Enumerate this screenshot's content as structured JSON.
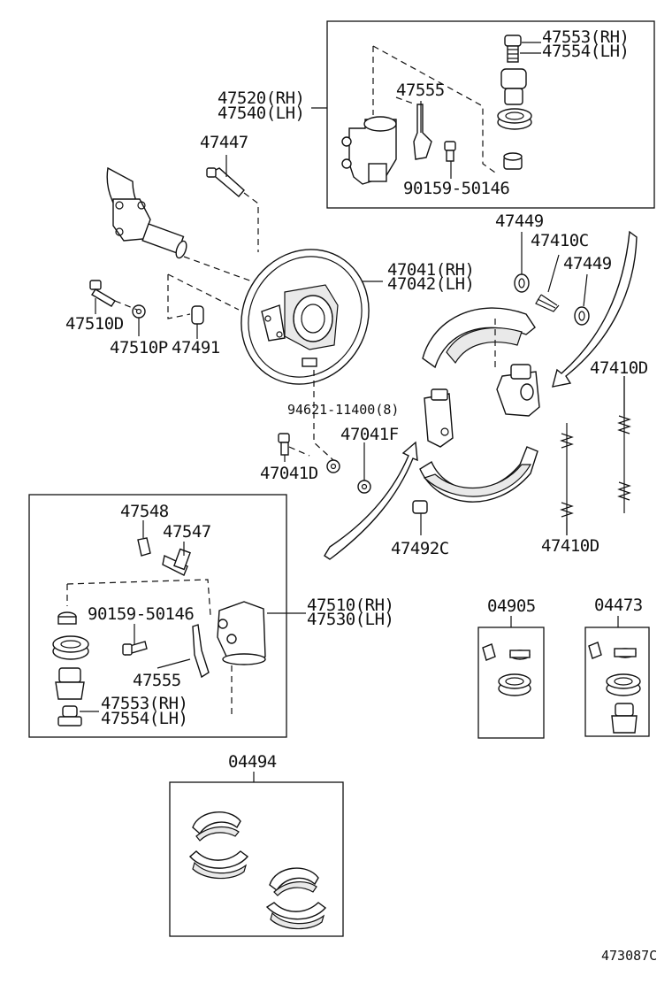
{
  "diagram_id": "473087C",
  "labels": {
    "l47553_top": "47553(RH)",
    "l47554_top": "47554(LH)",
    "l47555_top": "47555",
    "l47520": "47520(RH)",
    "l47540": "47540(LH)",
    "l47447": "47447",
    "l90159_top": "90159-50146",
    "l47449_a": "47449",
    "l47410C": "47410C",
    "l47449_b": "47449",
    "l47041": "47041(RH)",
    "l47042": "47042(LH)",
    "l47510D": "47510D",
    "l47510P": "47510P",
    "l47491": "47491",
    "l47410D_a": "47410D",
    "l94621": "94621-11400(8)",
    "l47041F": "47041F",
    "l47041D": "47041D",
    "l47548": "47548",
    "l47547": "47547",
    "l47492C": "47492C",
    "l47410D_b": "47410D",
    "l90159_bot": "90159-50146",
    "l47510": "47510(RH)",
    "l47530": "47530(LH)",
    "l47555_bot": "47555",
    "l47553_bot": "47553(RH)",
    "l47554_bot": "47554(LH)",
    "l04905": "04905",
    "l04473": "04473",
    "l04494": "04494"
  }
}
